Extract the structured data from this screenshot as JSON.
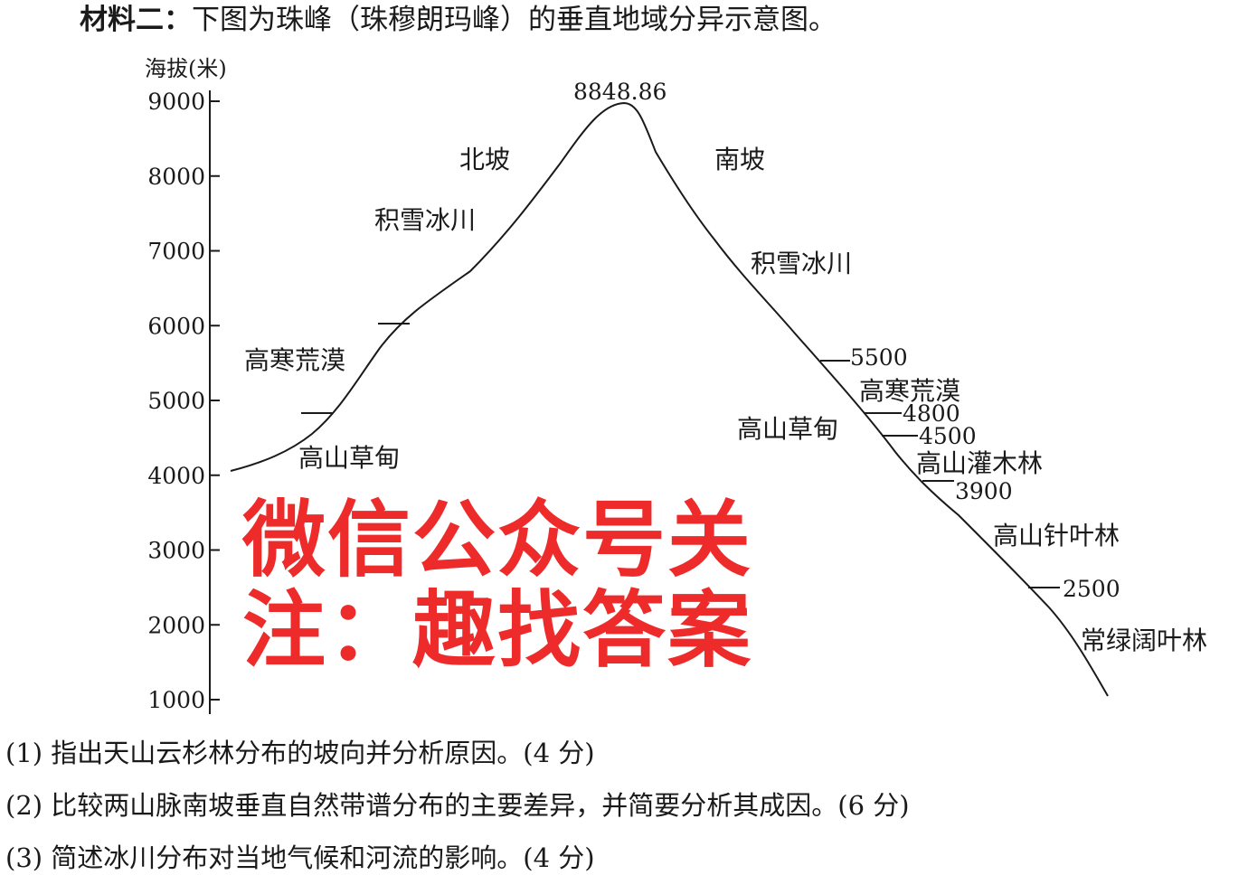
{
  "material": {
    "label": "材料二：",
    "text": "下图为珠峰（珠穆朗玛峰）的垂直地域分异示意图。"
  },
  "diagram": {
    "y_axis_label": "海拔(米)",
    "y_ticks": [
      "9000",
      "8000",
      "7000",
      "6000",
      "5000",
      "4000",
      "3000",
      "2000",
      "1000"
    ],
    "peak_label": "8848.86",
    "north_slope": {
      "label": "北坡",
      "zones": [
        "积雪冰川",
        "高寒荒漠",
        "高山草甸"
      ]
    },
    "south_slope": {
      "label": "南坡",
      "zones": [
        "积雪冰川",
        "高寒荒漠",
        "高山草甸",
        "高山灌木林",
        "高山针叶林",
        "常绿阔叶林"
      ],
      "boundaries": [
        "5500",
        "4800",
        "4500",
        "3900",
        "2500"
      ]
    }
  },
  "questions": [
    "(1) 指出天山云杉林分布的坡向并分析原因。(4 分)",
    "(2) 比较两山脉南坡垂直自然带谱分布的主要差异，并简要分析其成因。(6 分)",
    "(3) 简述冰川分布对当地气候和河流的影响。(4 分)"
  ],
  "watermark": "微信公众号关注：趣找答案",
  "colors": {
    "watermark": "#ee2b2b",
    "ink": "#1a1a1a"
  }
}
